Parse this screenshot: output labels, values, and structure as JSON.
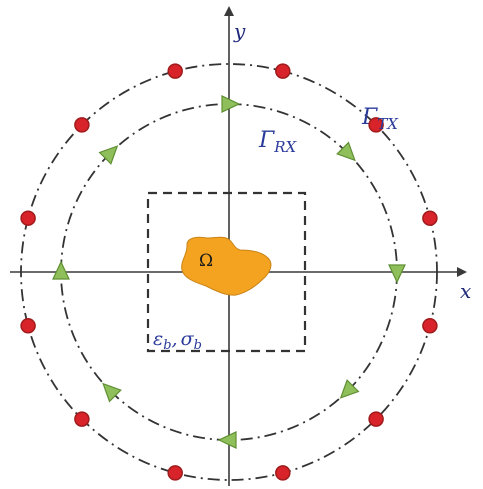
{
  "labels": {
    "x_axis": "x",
    "y_axis": "y",
    "gamma_tx": "Γ",
    "gamma_tx_sub": "TX",
    "gamma_rx": "Γ",
    "gamma_rx_sub": "RX",
    "omega": "Ω",
    "epsilon": "ε",
    "sigma": "σ",
    "background_sub": "b",
    "comma": ","
  },
  "counts": {
    "transmitters": 12,
    "receivers": 8
  },
  "colors": {
    "axis": "#3a3a3a",
    "circle": "#333333",
    "box": "#333333",
    "transmitter_fill": "#d8232a",
    "transmitter_stroke": "#a01b1b",
    "receiver_fill": "#8fbf5a",
    "receiver_stroke": "#5f8f33",
    "scatterer_fill": "#f4a321",
    "scatterer_stroke": "#c98316",
    "label_blue": "#2a3a9a",
    "axis_label": "#1f2a7a"
  },
  "icons": {
    "transmitter": "red-circle-icon",
    "receiver": "green-triangle-icon"
  }
}
